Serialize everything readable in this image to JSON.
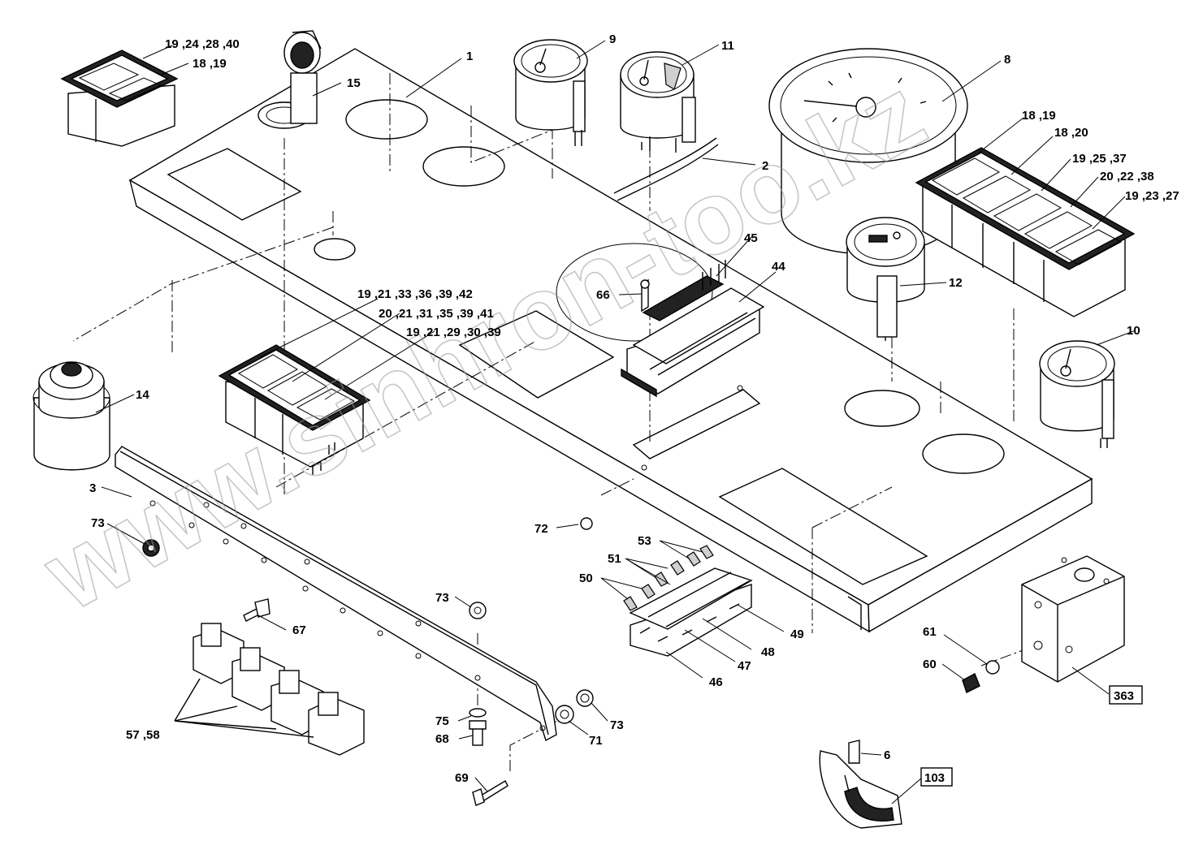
{
  "watermark": "www.sinhron-too.kz",
  "callouts": [
    {
      "id": "c1",
      "text": "1"
    },
    {
      "id": "c2",
      "text": "2"
    },
    {
      "id": "c3",
      "text": "3"
    },
    {
      "id": "c6",
      "text": "6"
    },
    {
      "id": "c8",
      "text": "8"
    },
    {
      "id": "c9",
      "text": "9"
    },
    {
      "id": "c10",
      "text": "10"
    },
    {
      "id": "c11",
      "text": "11"
    },
    {
      "id": "c12",
      "text": "12"
    },
    {
      "id": "c14",
      "text": "14"
    },
    {
      "id": "c15",
      "text": "15"
    },
    {
      "id": "c44",
      "text": "44"
    },
    {
      "id": "c45",
      "text": "45"
    },
    {
      "id": "c46",
      "text": "46"
    },
    {
      "id": "c47",
      "text": "47"
    },
    {
      "id": "c48",
      "text": "48"
    },
    {
      "id": "c49",
      "text": "49"
    },
    {
      "id": "c50",
      "text": "50"
    },
    {
      "id": "c51",
      "text": "51"
    },
    {
      "id": "c53",
      "text": "53"
    },
    {
      "id": "c57",
      "text": "57 ,58"
    },
    {
      "id": "c60",
      "text": "60"
    },
    {
      "id": "c61",
      "text": "61"
    },
    {
      "id": "c66",
      "text": "66"
    },
    {
      "id": "c67",
      "text": "67"
    },
    {
      "id": "c68",
      "text": "68"
    },
    {
      "id": "c69",
      "text": "69"
    },
    {
      "id": "c71",
      "text": "71"
    },
    {
      "id": "c72",
      "text": "72"
    },
    {
      "id": "c73a",
      "text": "73"
    },
    {
      "id": "c73b",
      "text": "73"
    },
    {
      "id": "c73c",
      "text": "73"
    },
    {
      "id": "c75",
      "text": "75"
    },
    {
      "id": "s1",
      "text": "19 ,24 ,28 ,40"
    },
    {
      "id": "s2",
      "text": "18 ,19"
    },
    {
      "id": "s3",
      "text": "18 ,19"
    },
    {
      "id": "s4",
      "text": "18 ,20"
    },
    {
      "id": "s5",
      "text": "19 ,25 ,37"
    },
    {
      "id": "s6",
      "text": "20 ,22 ,38"
    },
    {
      "id": "s7",
      "text": "19 ,23 ,27"
    },
    {
      "id": "s8",
      "text": "19 ,21 ,33 ,36 ,39 ,42"
    },
    {
      "id": "s9",
      "text": "20 ,21 ,31 ,35 ,39 ,41"
    },
    {
      "id": "s10",
      "text": "19 ,21 ,29 ,30 ,39"
    }
  ],
  "boxed_refs": [
    {
      "id": "b363",
      "text": "363"
    },
    {
      "id": "b103",
      "text": "103"
    }
  ]
}
